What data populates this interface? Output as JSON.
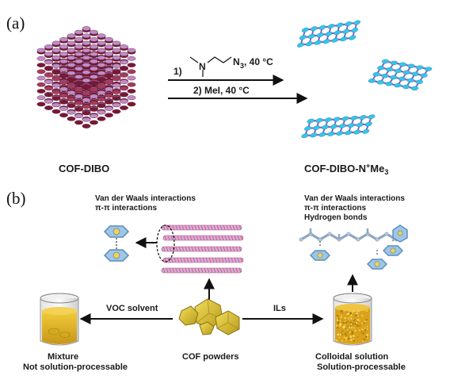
{
  "panel_a": {
    "label": "(a)",
    "step1_prefix": "1)",
    "step1_reagent": "N",
    "step1_subscript": "3",
    "step1_conditions": ", 40 °C",
    "step2": "2) MeI, 40 °C",
    "left_caption": "COF-DIBO",
    "right_caption_main": "COF-DIBO-N",
    "right_caption_sup": "+",
    "right_caption_tail": "Me",
    "right_caption_sub": "3"
  },
  "panel_b": {
    "label": "(b)",
    "left_interactions": [
      "Van der Waals interactions",
      "π-π interactions"
    ],
    "right_interactions": [
      "Van der Waals interactions",
      "π-π interactions",
      "Hydrogen bonds"
    ],
    "left_arrow_label": "VOC solvent",
    "right_arrow_label": "ILs",
    "center_caption": "COF powders",
    "left_caption": [
      "Mixture",
      "Not solution-processable"
    ],
    "right_caption": [
      "Colloidal solution",
      "Solution-processable"
    ]
  },
  "colors": {
    "cube_dark": "#7a1838",
    "cube_mid": "#a83a5e",
    "cube_pink": "#c08cc8",
    "sheet_cyan": "#35c5e8",
    "sheet_purple": "#8a55b5",
    "liquid": "#e8b81a",
    "crystal": "#dcc23a",
    "arrow": "#111111"
  }
}
